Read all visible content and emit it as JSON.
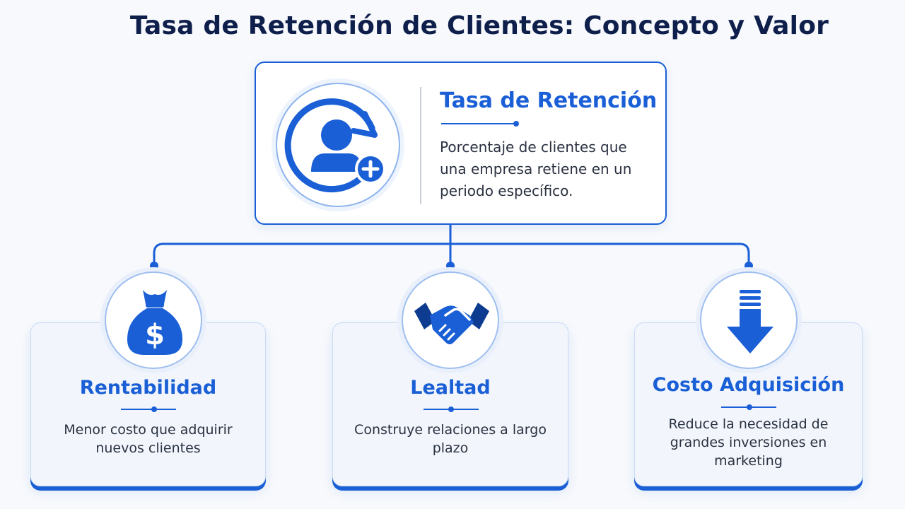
{
  "page": {
    "title": "Tasa de Retención de Clientes: Concepto y Valor"
  },
  "main": {
    "title": "Tasa de Retención",
    "description": "Porcentaje de clientes que una empresa retiene en un periodo específico.",
    "icon": "user-retention-icon"
  },
  "cards": [
    {
      "title": "Rentabilidad",
      "description": "Menor costo que adquirir nuevos clientes",
      "icon": "money-bag-icon"
    },
    {
      "title": "Lealtad",
      "description": "Construye relaciones a largo plazo",
      "icon": "handshake-icon"
    },
    {
      "title": "Costo Adquisición",
      "description": "Reduce la necesidad de grandes inversiones en marketing",
      "icon": "down-arrow-icon"
    }
  ],
  "colors": {
    "accent": "#1a5fd6",
    "title": "#0f1f4b",
    "background": "#f7f9fc",
    "card_background": "#f2f6fc"
  }
}
